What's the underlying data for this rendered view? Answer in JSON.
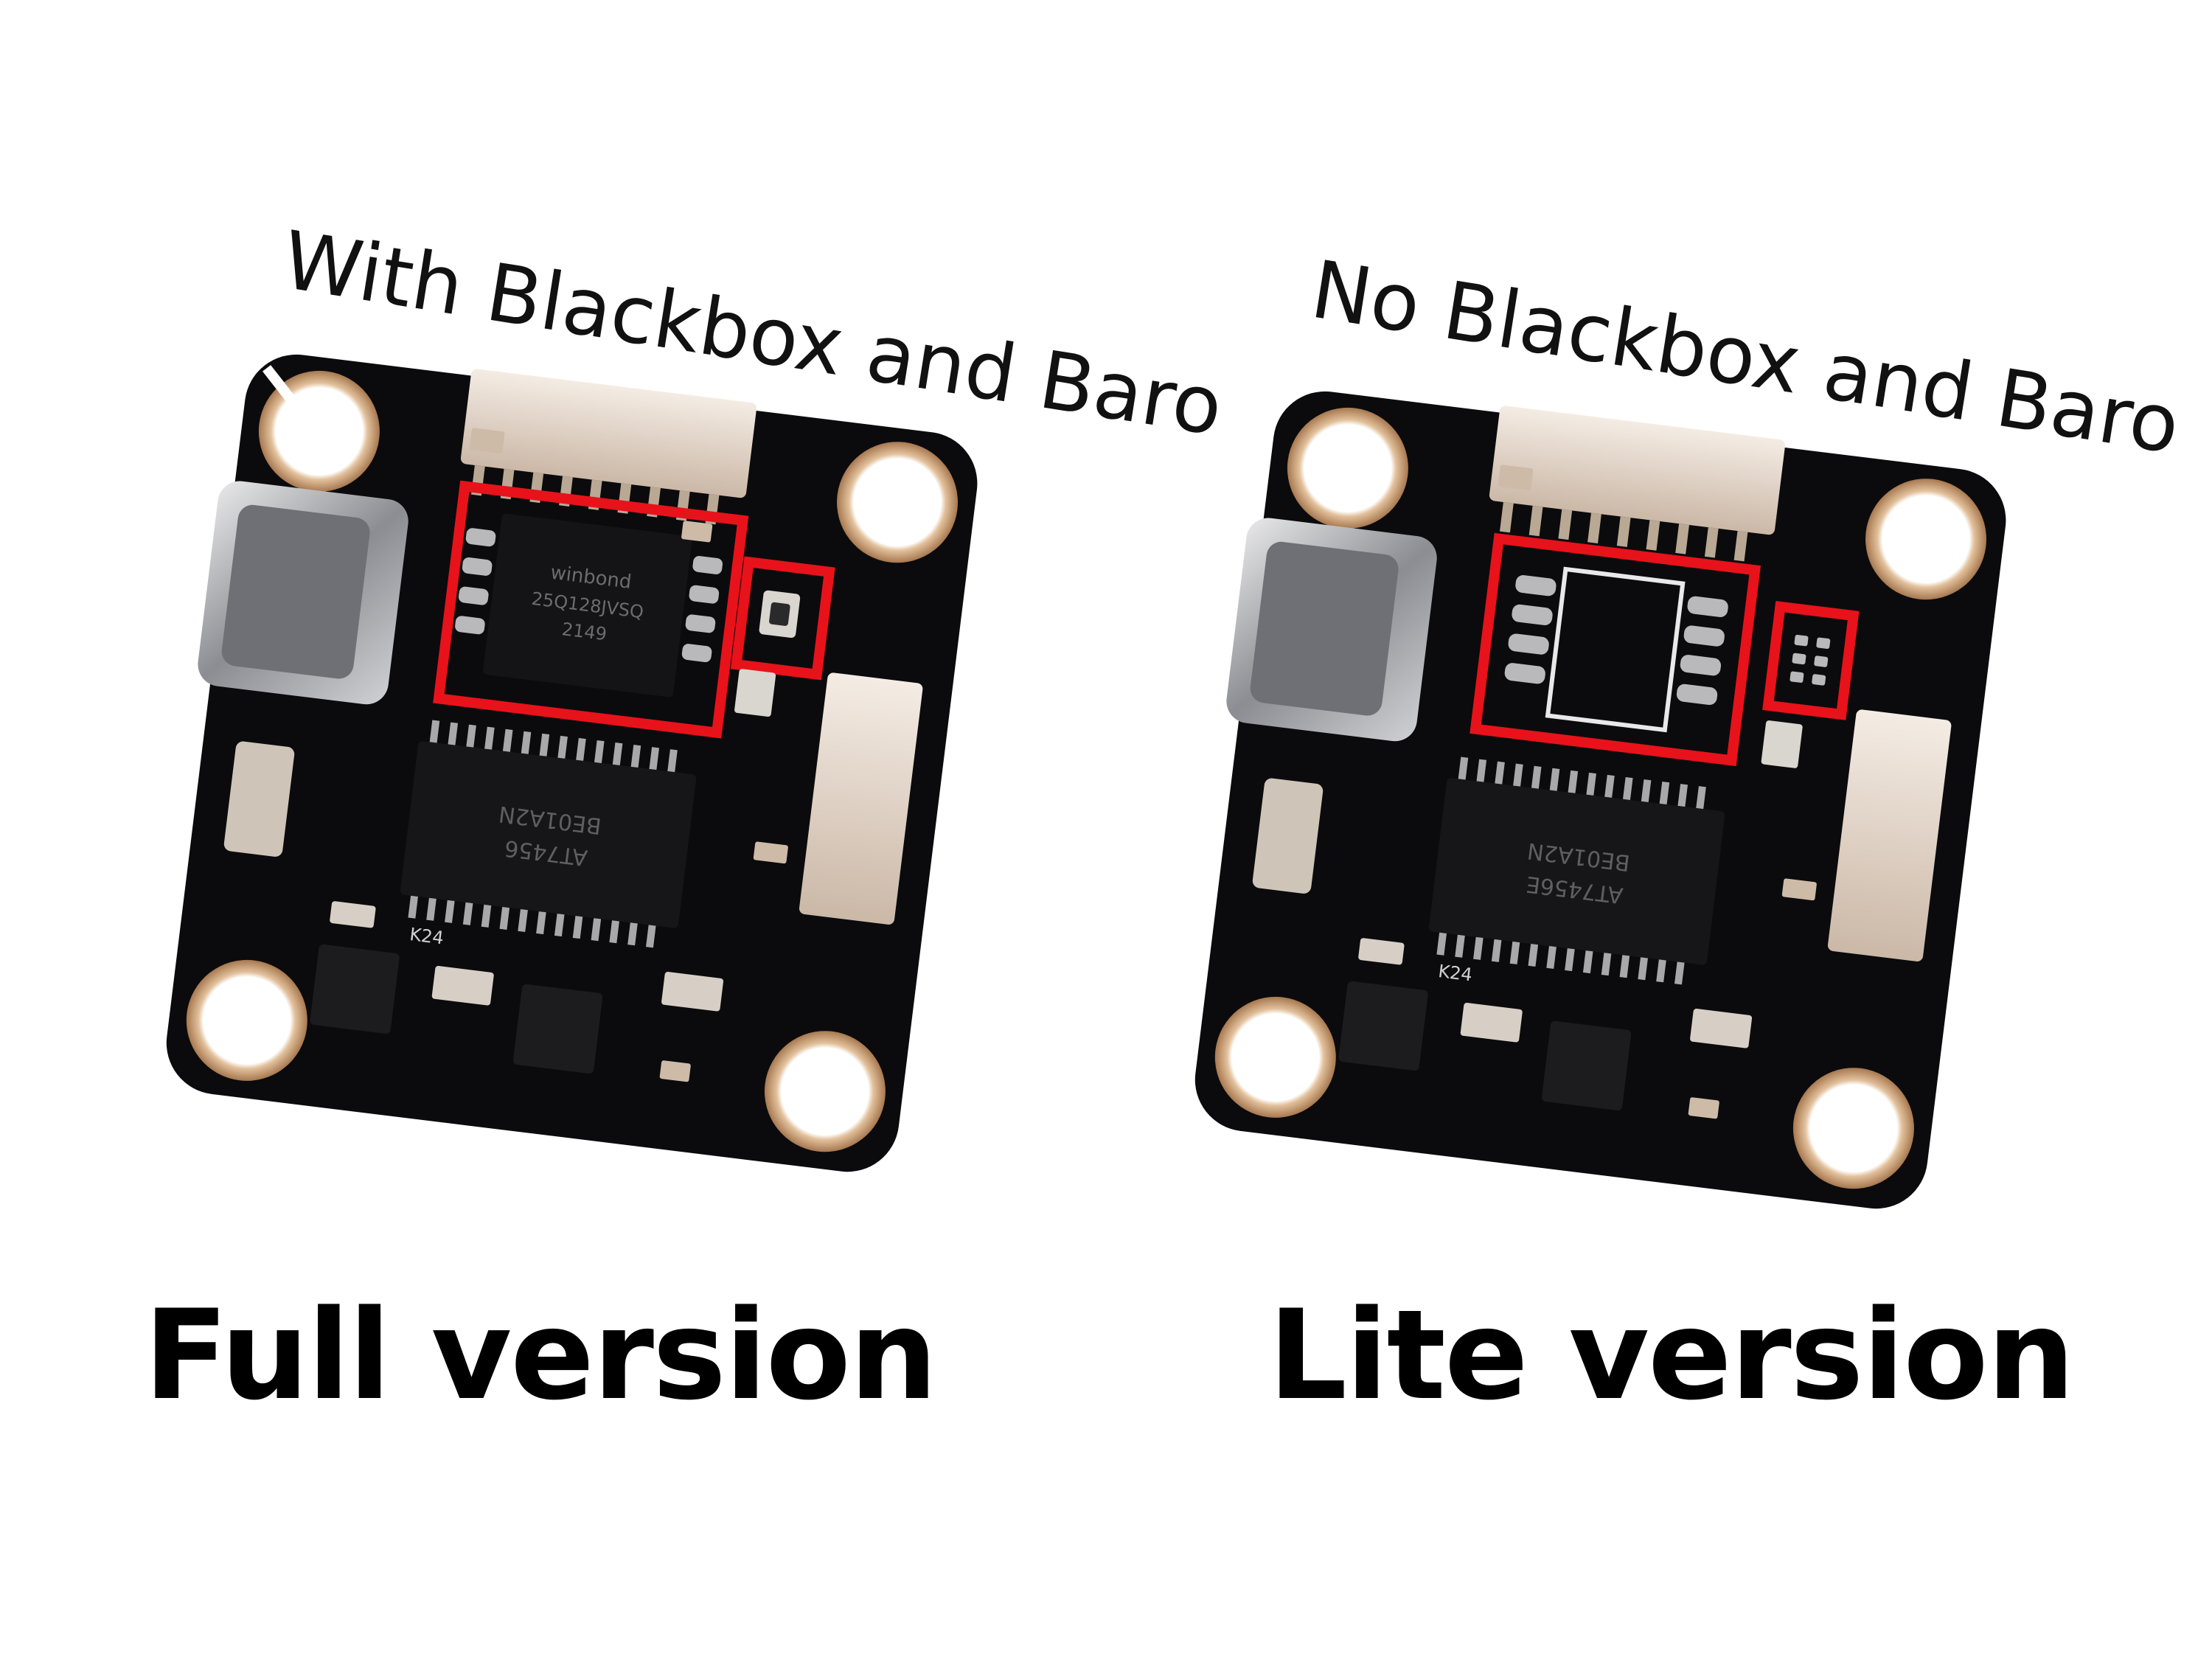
{
  "left": {
    "top_caption": "With Blackbox and Baro",
    "bottom_caption": "Full version",
    "chip_text": [
      "winbond",
      "25Q128JVSQ",
      "2149"
    ],
    "mcu_text": [
      "AT7456",
      "BE01A2N"
    ],
    "marking": "K24"
  },
  "right": {
    "top_caption": "No Blackbox and Baro",
    "bottom_caption": "Lite version",
    "mcu_text": [
      "AT7456E",
      "BE01A2N"
    ],
    "marking": "K24"
  },
  "colors": {
    "highlight": "#e8121b",
    "pcb": "#0c0c0e",
    "pad": "#c9a27a"
  }
}
